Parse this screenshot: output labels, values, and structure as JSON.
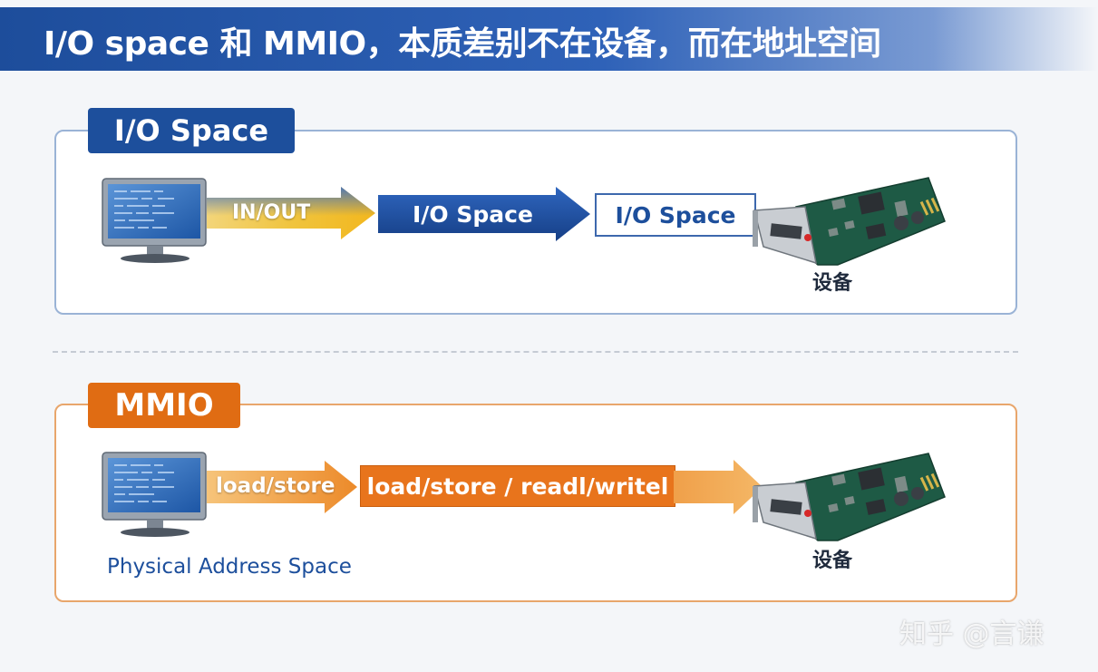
{
  "title": "I/O space 和 MMIO，本质差别不在设备，而在地址空间",
  "io_section": {
    "tag": "I/O Space",
    "arrow1_label": "IN/OUT",
    "arrow2_label": "I/O Space",
    "box_label": "I/O Space",
    "device_label": "设备"
  },
  "mmio_section": {
    "tag": "MMIO",
    "arrow1_label": "load/store",
    "box_label": "load/store / readl/writel",
    "device_label": "设备",
    "address_space_label": "Physical Address Space"
  },
  "watermark": "知乎 @言谦",
  "colors": {
    "io_blue": "#1d4f9c",
    "mmio_orange": "#e06c13",
    "io_border": "#9ab3d6",
    "mmio_border": "#e8a66c"
  },
  "icons": [
    "computer-monitor-icon",
    "pci-card-icon"
  ]
}
